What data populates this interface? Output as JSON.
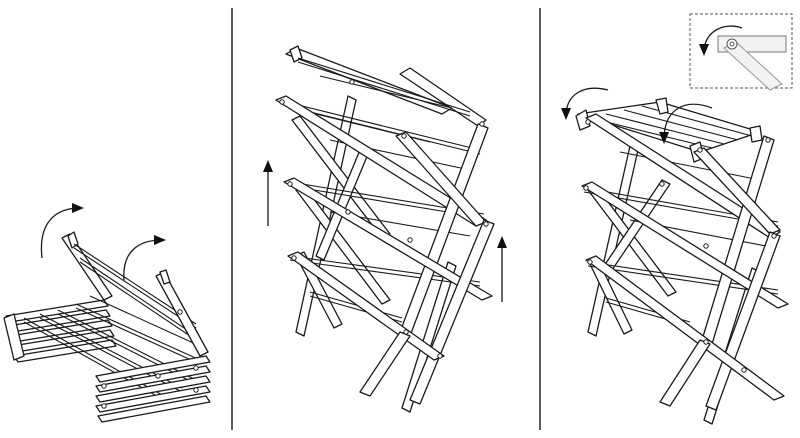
{
  "figure": {
    "panels": [
      {
        "name": "folded-rack",
        "step": "unfold-arms",
        "arrows": [
          "curved-arrow-up-right",
          "curved-arrow-up-right"
        ]
      },
      {
        "name": "expanded-rack",
        "step": "extend-vertically",
        "arrows": [
          "arrow-up",
          "arrow-up"
        ]
      },
      {
        "name": "top-shelf-rack",
        "step": "fold-down-top-shelf",
        "arrows": [
          "curved-arrow-counterclockwise",
          "curved-arrow-down"
        ],
        "inset": "hinge-detail"
      }
    ],
    "colors": {
      "line": "#1a1a1a",
      "background": "#ffffff",
      "inset_border": "#555555",
      "inset_fill": "#f2f2f2"
    }
  }
}
